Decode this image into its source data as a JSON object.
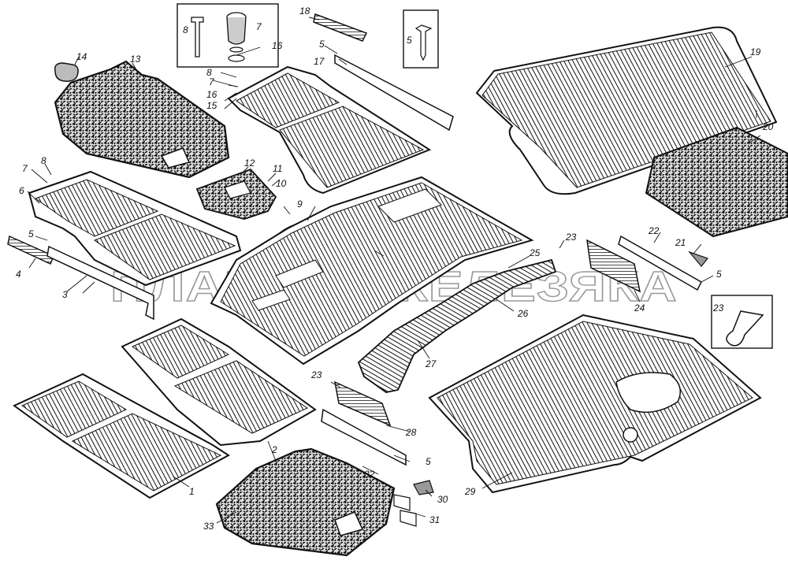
{
  "watermark": "ПЛАНЕТА ЖЕЛЕЗЯКА",
  "callouts": {
    "c1": "1",
    "c2": "2",
    "c3": "3",
    "c4": "4",
    "c5": "5",
    "c6": "6",
    "c7": "7",
    "c8": "8",
    "c9": "9",
    "c10": "10",
    "c11": "11",
    "c12": "12",
    "c13": "13",
    "c14": "14",
    "c15": "15",
    "c16": "16",
    "c17": "17",
    "c18": "18",
    "c19": "19",
    "c20": "20",
    "c21": "21",
    "c22": "22",
    "c23": "23",
    "c24": "24",
    "c25": "25",
    "c26": "26",
    "c27": "27",
    "c28": "28",
    "c29": "29",
    "c30": "30",
    "c31": "31",
    "c32": "32",
    "c33": "33"
  },
  "colors": {
    "ink": "#111111",
    "paper": "#ffffff",
    "watermark": "#9a9a9a"
  }
}
